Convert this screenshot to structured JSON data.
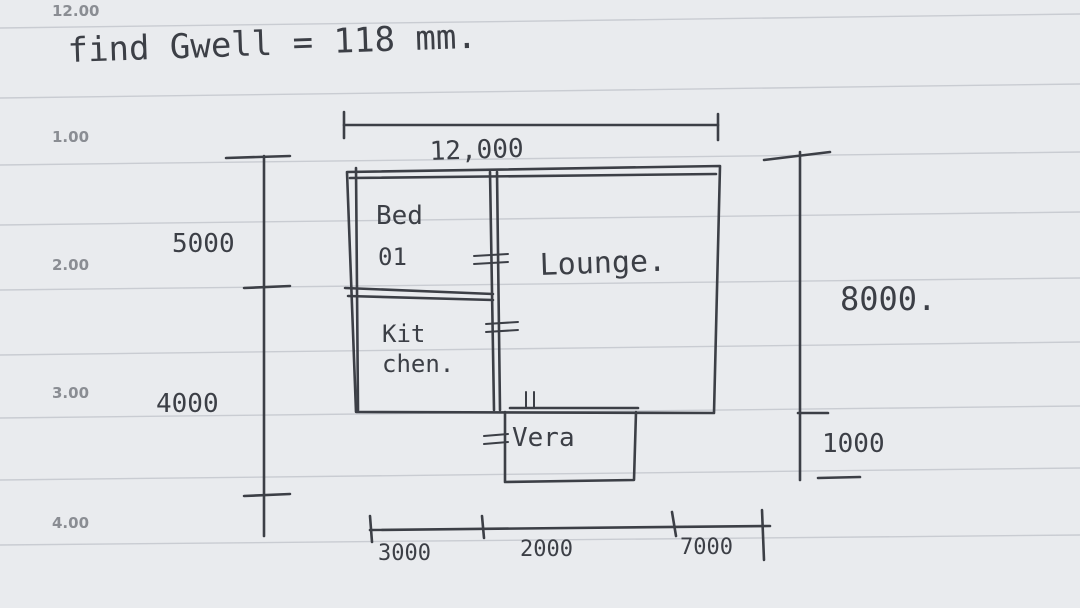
{
  "margin_numbers": {
    "top": "12.00",
    "line1": "1.00",
    "line2": "2.00",
    "line3": "3.00",
    "line4": "4.00"
  },
  "note": {
    "heading": "find Gwell = 118 mm."
  },
  "plan": {
    "overall_width": "12,000",
    "rooms": {
      "bed": [
        "Bed",
        "01"
      ],
      "lounge": "Lounge.",
      "kitchen": [
        "Kit",
        "chen."
      ],
      "veranda": "Vera"
    },
    "left_dims": {
      "upper": "5000",
      "lower": "4000"
    },
    "right_dims": {
      "main": "8000.",
      "lower": "1000"
    },
    "bottom_dims": {
      "a": "3000",
      "b": "2000",
      "c": "7000"
    }
  },
  "colors": {
    "paper": "#e9ebee",
    "rule_line": "#c9ccd2",
    "ink": "#3c3f46"
  }
}
